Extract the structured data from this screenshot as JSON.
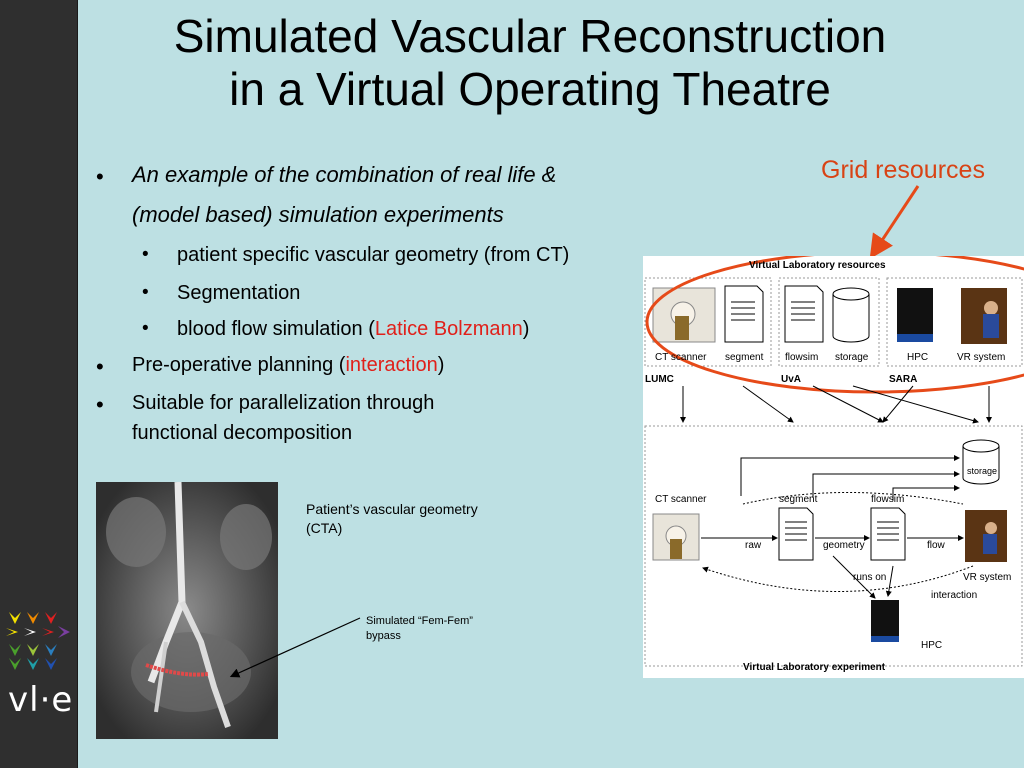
{
  "slide": {
    "title_line1": "Simulated Vascular Reconstruction",
    "title_line2": "in a Virtual Operating Theatre",
    "bullets": {
      "b1_line1": "An example of the combination of real life &",
      "b1_line2": "(model based) simulation experiments",
      "sub1": "patient specific vascular geometry (from CT)",
      "sub2": "Segmentation",
      "sub3_pre": "blood flow simulation (",
      "sub3_red": "Latice Bolzmann",
      "sub3_post": ")",
      "b2_pre": "Pre-operative planning (",
      "b2_red": "interaction",
      "b2_post": ")",
      "b3_line1": "Suitable for parallelization through",
      "b3_line2": "functional decomposition",
      "bullet_glyph": "•"
    },
    "grid_resources": "Grid resources",
    "caption_geometry_line1": "Patient’s vascular geometry",
    "caption_geometry_line2": "(CTA)",
    "caption_bypass_line1": "Simulated “Fem-Fem”",
    "caption_bypass_line2": "bypass",
    "logo_text": "vl·e"
  },
  "diagram": {
    "resources_title": "Virtual Laboratory resources",
    "ct_scanner": "CT scanner",
    "segment": "segment",
    "flowsim": "flowsim",
    "storage": "storage",
    "hpc": "HPC",
    "vr_system": "VR system",
    "lumc": "LUMC",
    "uva": "UvA",
    "sara": "SARA",
    "exp_storage": "storage",
    "exp_ct_scanner": "CT scanner",
    "exp_segment": "segment",
    "exp_flowsim": "flowsim",
    "raw": "raw",
    "geometry": "geometry",
    "flow": "flow",
    "runs_on": "runs on",
    "exp_vr_system": "VR system",
    "interaction": "interaction",
    "exp_hpc": "HPC",
    "experiment_title": "Virtual Laboratory experiment"
  },
  "colors": {
    "background": "#bde0e3",
    "sidebar": "#2f2f2f",
    "accent_red": "#e0201a",
    "ellipse": "#e64a19"
  }
}
